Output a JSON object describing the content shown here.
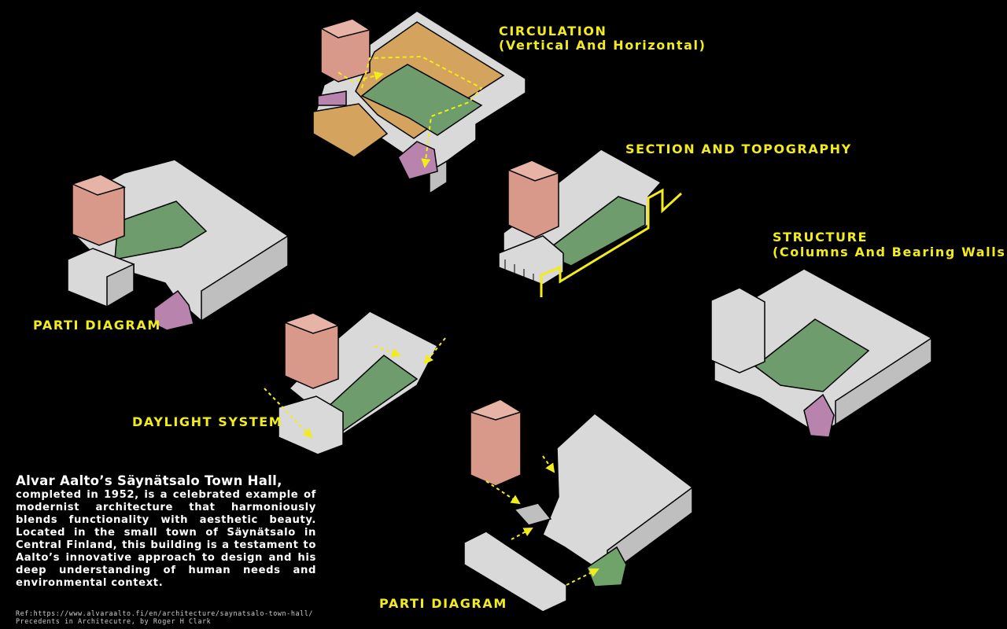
{
  "labels": {
    "circulation": "CIRCULATION",
    "circulation_sub": "(Vertical And Horizontal)",
    "section": "SECTION AND TOPOGRAPHY",
    "structure": "STRUCTURE",
    "structure_sub": "(Columns And Bearing Walls)",
    "parti_1": "PARTI DIAGRAM",
    "daylight": "DAYLIGHT SYSTEM",
    "parti_2": "PARTI DIAGRAM"
  },
  "description": {
    "title": "Alvar Aalto’s Säynätsalo Town Hall,",
    "body": "completed in 1952, is a celebrated example of modernist architecture that harmoniously blends functionality with aesthetic beauty. Located in the small town of Säynätsalo in Central Finland, this building is a testament to Aalto’s innovative approach to design and his deep understanding of human needs and environmental context."
  },
  "reference": {
    "line1": "Ref:https://www.alvaraalto.fi/en/architecture/saynatsalo-town-hall/",
    "line2": "Precedents in Architecutre, by Roger H Clark"
  },
  "colors": {
    "background": "#000000",
    "label": "#f2ec1c",
    "wall_top": "#d9d9d9",
    "wall_side": "#bfbfbf",
    "courtyard": "#6e9c6c",
    "tower": "#d9998a",
    "stair": "#b884ae",
    "stair_green": "#6fa36a",
    "rooms": "#d4a35e",
    "circulation_arrow": "#f2ec1c"
  }
}
